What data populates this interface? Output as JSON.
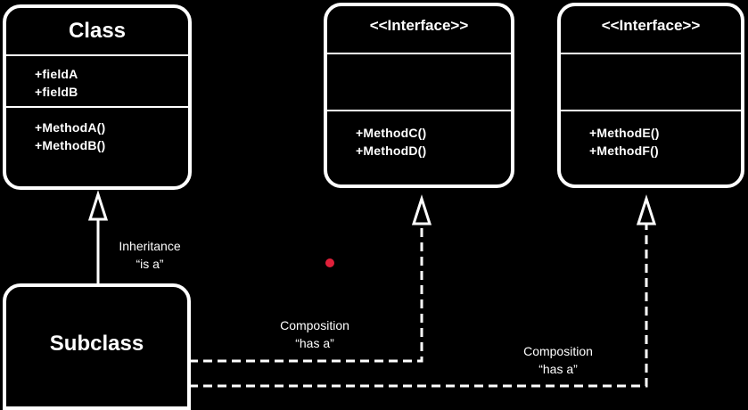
{
  "class_box": {
    "title": "Class",
    "fields": [
      "+fieldA",
      "+fieldB"
    ],
    "methods": [
      "+MethodA()",
      "+MethodB()"
    ]
  },
  "interface1": {
    "title": "<<Interface>>",
    "methods": [
      "+MethodC()",
      "+MethodD()"
    ]
  },
  "interface2": {
    "title": "<<Interface>>",
    "methods": [
      "+MethodE()",
      "+MethodF()"
    ]
  },
  "subclass": {
    "title": "Subclass"
  },
  "labels": {
    "inheritance": [
      "Inheritance",
      "“is a”"
    ],
    "composition1": [
      "Composition",
      "“has a”"
    ],
    "composition2": [
      "Composition",
      "“has a”"
    ]
  },
  "colors": {
    "background": "#000000",
    "stroke": "#ffffff",
    "dot": "#e0203a"
  }
}
